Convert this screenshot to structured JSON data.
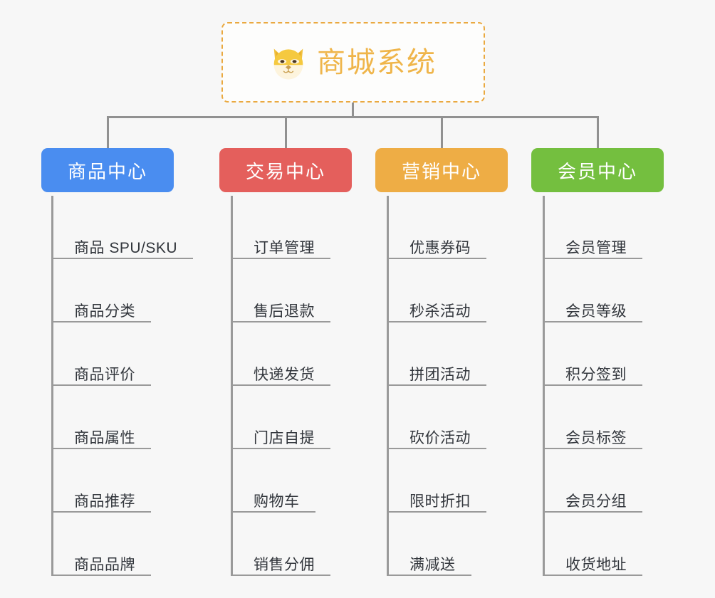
{
  "diagram": {
    "type": "org-chart",
    "background_color": "#f7f7f7",
    "connector_color": "#919191",
    "root": {
      "title": "商城系统",
      "icon": "shiba-dog-face-icon",
      "text_color": "#efb54a",
      "border_color": "#eaa940",
      "border_style": "dashed",
      "background_color": "#fdfdfc"
    },
    "columns": [
      {
        "id": "product-center",
        "header": "商品中心",
        "color": "#4a8df0",
        "items": [
          "商品 SPU/SKU",
          "商品分类",
          "商品评价",
          "商品属性",
          "商品推荐",
          "商品品牌"
        ]
      },
      {
        "id": "trade-center",
        "header": "交易中心",
        "color": "#e45f5c",
        "items": [
          "订单管理",
          "售后退款",
          "快递发货",
          "门店自提",
          "购物车",
          "销售分佣"
        ]
      },
      {
        "id": "marketing-center",
        "header": "营销中心",
        "color": "#eead45",
        "items": [
          "优惠券码",
          "秒杀活动",
          "拼团活动",
          "砍价活动",
          "限时折扣",
          "满减送"
        ]
      },
      {
        "id": "member-center",
        "header": "会员中心",
        "color": "#74bf3f",
        "items": [
          "会员管理",
          "会员等级",
          "积分签到",
          "会员标签",
          "会员分组",
          "收货地址"
        ]
      }
    ]
  }
}
